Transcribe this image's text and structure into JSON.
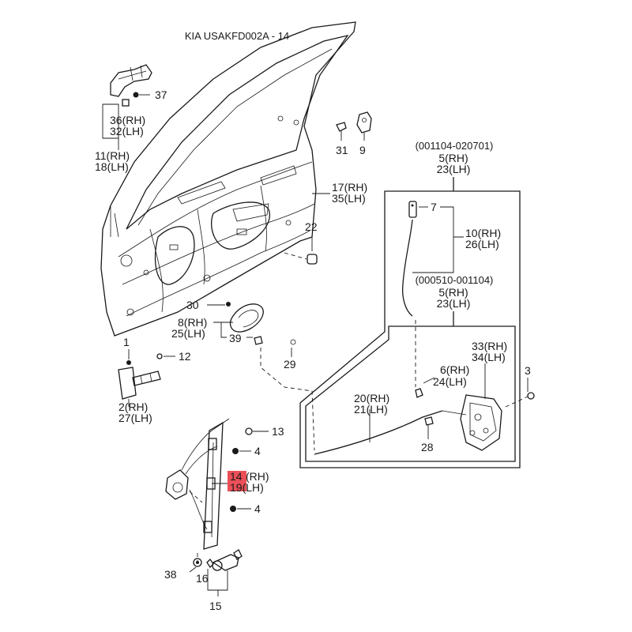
{
  "header": {
    "title": "KIA USAKFD002A - 14"
  },
  "callouts": {
    "c37": "37",
    "c36": "36(RH)",
    "c32": "32(LH)",
    "c11": "11(RH)",
    "c18": "18(LH)",
    "c31": "31",
    "c9": "9",
    "c17": "17(RH)",
    "c35": "35(LH)",
    "c22": "22",
    "c30": "30",
    "c8": "8(RH)",
    "c25": "25(LH)",
    "c39": "39",
    "c29": "29",
    "c1": "1",
    "c12": "12",
    "c2": "2(RH)",
    "c27": "27(LH)",
    "c13": "13",
    "c4a": "4",
    "c14n": "14",
    "c14s": "(RH)",
    "c19": "19(LH)",
    "c4b": "4",
    "c38": "38",
    "c16": "16",
    "c15": "15",
    "c7": "7",
    "c10": "10(RH)",
    "c26": "26(LH)",
    "c3": "3",
    "c33": "33(RH)",
    "c34": "34(LH)",
    "c6": "6(RH)",
    "c24": "24(LH)",
    "c20": "20(RH)",
    "c21": "21(LH)",
    "c28": "28"
  },
  "groups": {
    "upper": {
      "period": "(001104-020701)",
      "l1": "5(RH)",
      "l2": "23(LH)"
    },
    "lower": {
      "period": "(000510-001104)",
      "l1": "5(RH)",
      "l2": "23(LH)"
    }
  },
  "highlight": {
    "part": "14",
    "color": "#e8303a"
  }
}
